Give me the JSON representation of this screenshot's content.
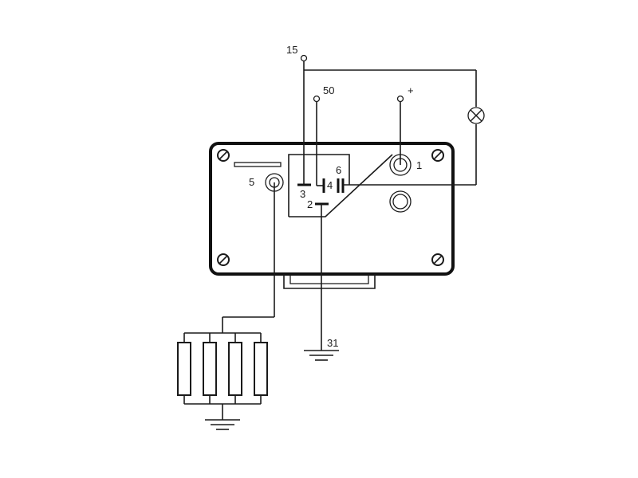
{
  "labels": {
    "t15": "15",
    "t50": "50",
    "tplus": "+",
    "t1": "1",
    "t2": "2",
    "t3": "3",
    "t4": "4",
    "t5": "5",
    "t6": "6",
    "t31": "31"
  }
}
